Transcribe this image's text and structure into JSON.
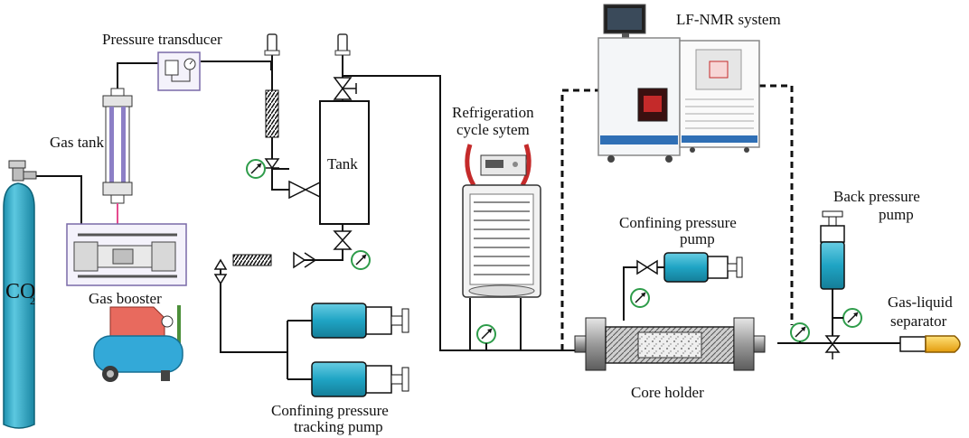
{
  "labels": {
    "pressure_transducer": "Pressure transducer",
    "lf_nmr": "LF-NMR system",
    "gas_tank": "Gas tank",
    "tank": "Tank",
    "refrigeration_line1": "Refrigeration",
    "refrigeration_line2": "cycle sytem",
    "co2_main": "CO",
    "co2_sub": "2",
    "gas_booster": "Gas booster",
    "confining_pump_line1": "Confining pressure",
    "confining_pump_line2": "pump",
    "back_pressure_line1": "Back pressure",
    "back_pressure_line2": "pump",
    "separator_line1": "Gas-liquid",
    "separator_line2": "separator",
    "core_holder": "Core holder",
    "tracking_pump_line1": "Confining pressure",
    "tracking_pump_line2": "tracking pump"
  },
  "colors": {
    "cylinder": "#2aa7c6",
    "pump_barrel": "#1fa4c4",
    "compressor_tank": "#33a9d8",
    "compressor_head": "#e86a5e",
    "gauge_ring": "#2e9c4a",
    "gas_tank_body": "#8c7fc6",
    "separator_tip": "#f2b01d",
    "coil": "#c42a2a"
  }
}
